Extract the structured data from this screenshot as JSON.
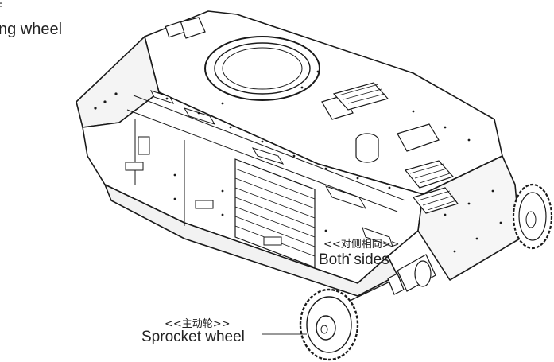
{
  "labels": {
    "top_cut": "E",
    "top_wheel": "ng wheel",
    "both_sides_cn": "<<对侧相同>>",
    "both_sides_en": "Both sides",
    "sprocket_cn": "<<主动轮>>",
    "sprocket_en": "Sprocket wheel"
  },
  "colors": {
    "line": "#1a1a1a",
    "paper": "#ffffff",
    "shade": "#e6e6e6"
  }
}
